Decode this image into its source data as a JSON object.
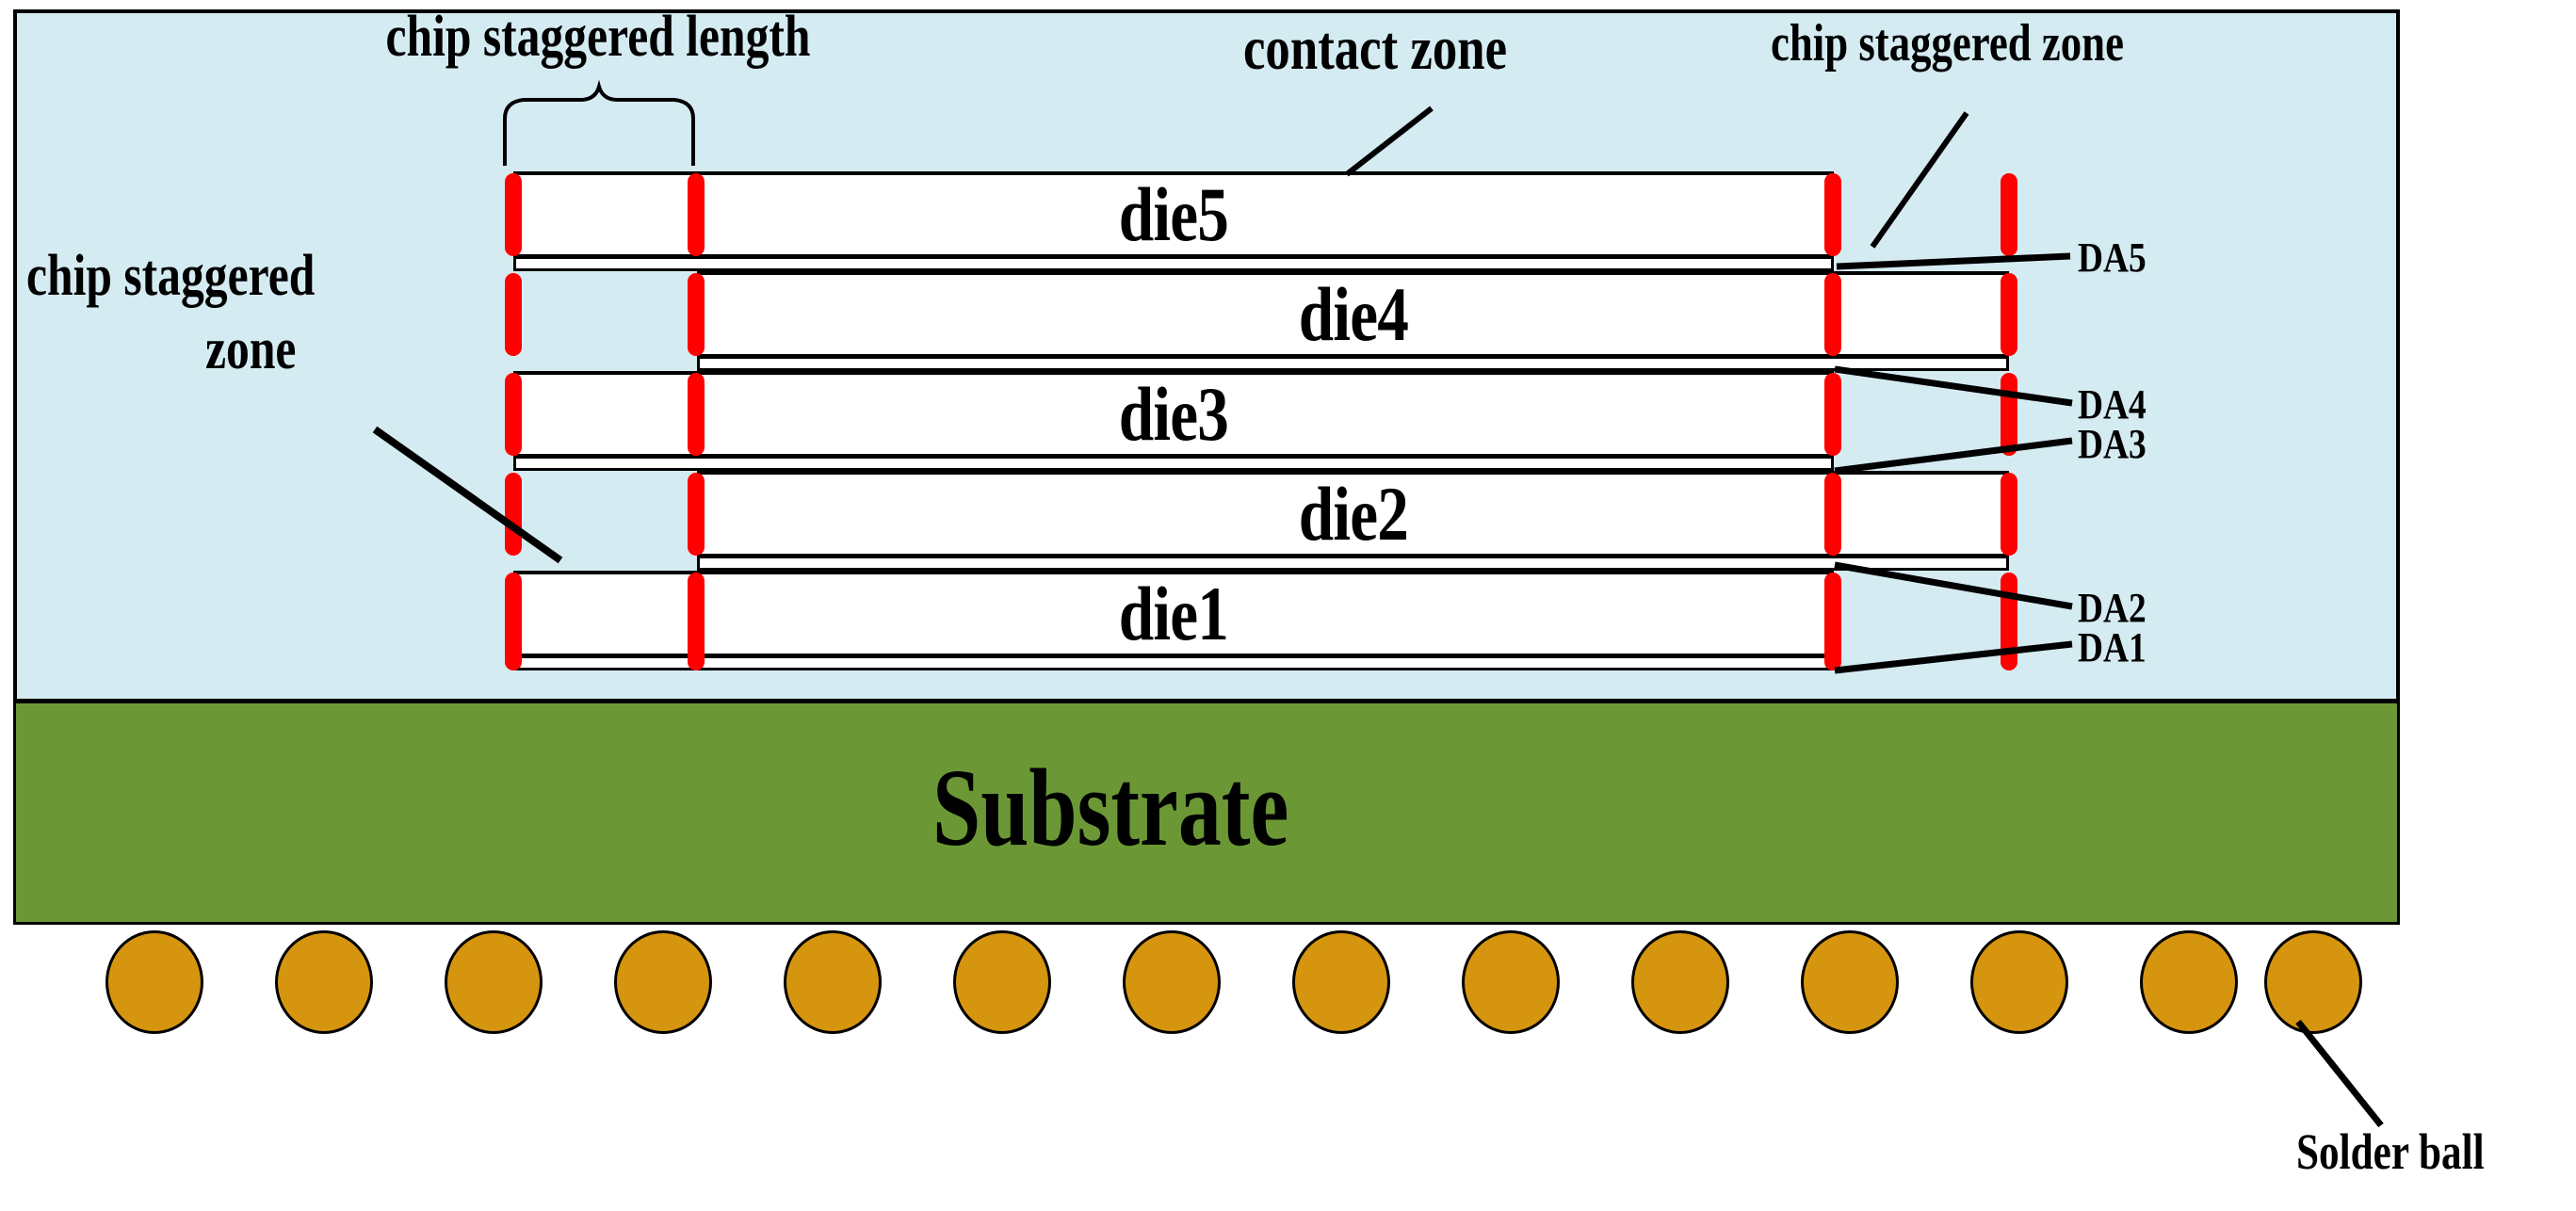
{
  "diagram": {
    "title": "Staggered die stack package cross-section",
    "colors": {
      "mold_compound": "#d5ebf2",
      "substrate": "#6b9835",
      "die_fill": "#ffffff",
      "solder_ball": "#d6950f",
      "marker_red": "#ff0000",
      "outline": "#000000"
    }
  },
  "labels": {
    "chip_staggered_length": "chip staggered length",
    "contact_zone": "contact zone",
    "chip_staggered_zone_right": "chip staggered zone",
    "chip_staggered_zone_left_line1": "chip staggered",
    "chip_staggered_zone_left_line2": "zone",
    "substrate": "Substrate",
    "solder_ball": "Solder ball"
  },
  "dies": [
    {
      "name": "die5",
      "label": "die5"
    },
    {
      "name": "die4",
      "label": "die4"
    },
    {
      "name": "die3",
      "label": "die3"
    },
    {
      "name": "die2",
      "label": "die2"
    },
    {
      "name": "die1",
      "label": "die1"
    }
  ],
  "die_attach_layers": [
    {
      "name": "DA5",
      "label": "DA5"
    },
    {
      "name": "DA4",
      "label": "DA4"
    },
    {
      "name": "DA3",
      "label": "DA3"
    },
    {
      "name": "DA2",
      "label": "DA2"
    },
    {
      "name": "DA1",
      "label": "DA1"
    }
  ],
  "solder_balls": {
    "count": 14
  }
}
